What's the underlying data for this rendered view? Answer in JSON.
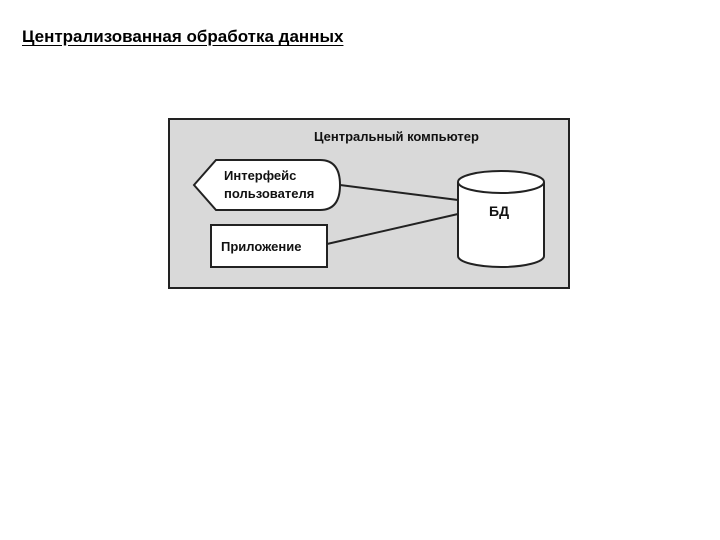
{
  "slide": {
    "title": "Централизованная обработка данных"
  },
  "diagram": {
    "container_label": "Центральный компьютер",
    "interface_line1": "Интерфейс",
    "interface_line2": "пользователя",
    "application_label": "Приложение",
    "database_label": "БД",
    "colors": {
      "container_fill": "#d9d9d9",
      "node_fill": "#ffffff",
      "stroke": "#222222"
    }
  }
}
